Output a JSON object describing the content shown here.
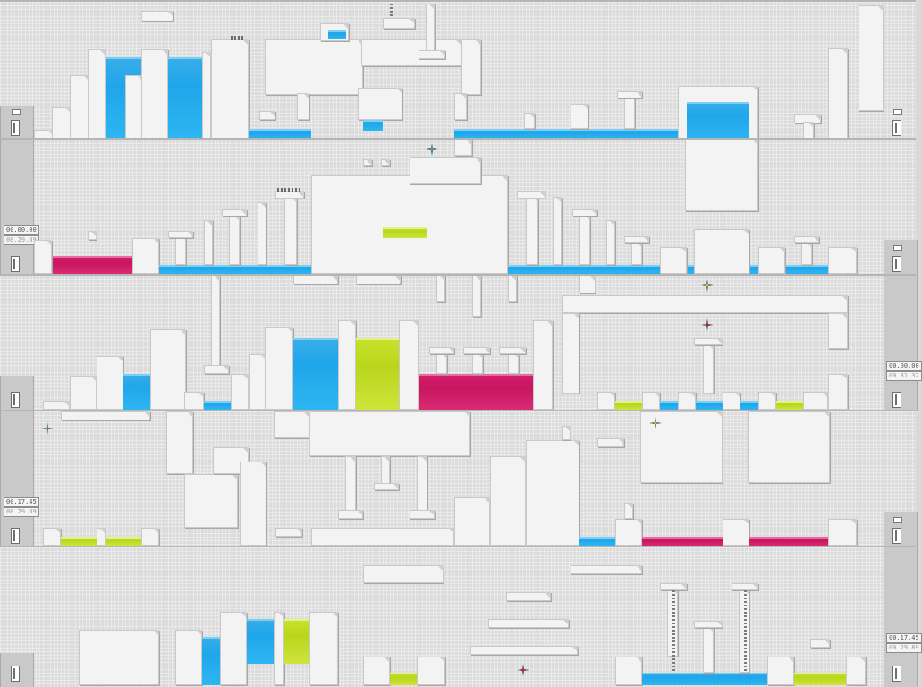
{
  "scene": "platformer level overview",
  "colors": {
    "water": "#1fa6ea",
    "hazard": "#c8165f",
    "bounce": "#b9d61c",
    "block": "#f3f3f3",
    "background": "#dcdcdc"
  },
  "icons": [
    "door-icon",
    "exit-sign-icon",
    "sparkle-star-icon",
    "spring-spikes-icon",
    "rope-chain-icon"
  ],
  "timers": {
    "row1_current": "00.00.00",
    "row1_best": "00.29.89",
    "row2_current": "00.00.00",
    "row2_best": "00.31.32",
    "row3_current": "00.17.45",
    "row3_best": "00.29.89",
    "row4_current": "00.17.45",
    "row4_best": "00.29.89"
  }
}
